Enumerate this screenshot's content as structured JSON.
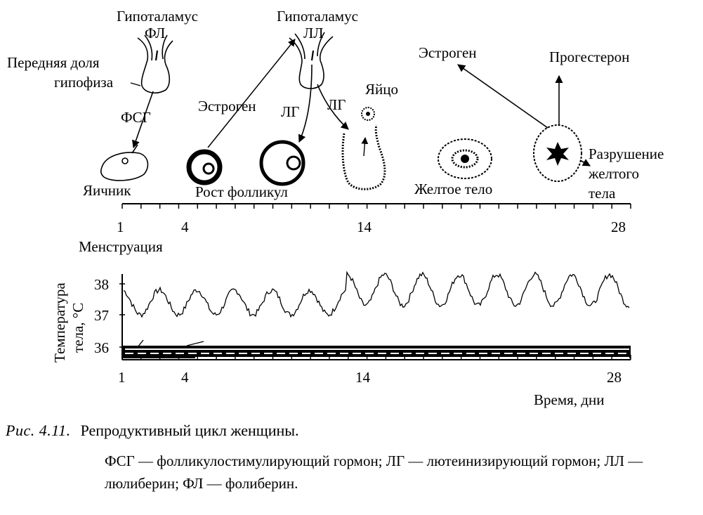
{
  "labels": {
    "hypothalamus_left": "Гипоталамус",
    "fl_left": "ФЛ",
    "anterior_pituitary_line1": "Передняя доля",
    "anterior_pituitary_line2": "гипофиза",
    "fsh": "ФСГ",
    "ovary": "Яичник",
    "hypothalamus_right": "Гипоталамус",
    "ll": "ЛЛ",
    "estrogen_left": "Эстроген",
    "lh_1": "ЛГ",
    "lh_2": "ЛГ",
    "egg": "Яйцо",
    "follicle_growth": "Рост фолликул",
    "corpus_luteum": "Желтое тело",
    "estrogen_right": "Эстроген",
    "progesterone": "Прогестерон",
    "destruction_line1": "Разрушение",
    "destruction_line2": "желтого",
    "destruction_line3": "тела"
  },
  "top_axis": {
    "ticks": [
      "1",
      "4",
      "14",
      "28"
    ],
    "menstruation": "Менструация"
  },
  "temperature_chart": {
    "ylabel_line1": "Температура",
    "ylabel_line2": "тела, °С",
    "yticks": [
      "38",
      "37",
      "36"
    ],
    "xticks": [
      "1",
      "4",
      "14",
      "28"
    ],
    "xlabel": "Время, дни",
    "series_low_phase_amplitude": [
      37.0,
      37.8
    ],
    "series_high_phase_amplitude": [
      37.3,
      38.3
    ]
  },
  "caption": {
    "number": "Рис. 4.11.",
    "title": "Репродуктивный цикл женщины.",
    "note": "ФСГ — фолликулостимулирующий гормон; ЛГ — лютеинизирующий гормон; ЛЛ — люлиберин; ФЛ — фолиберин."
  }
}
